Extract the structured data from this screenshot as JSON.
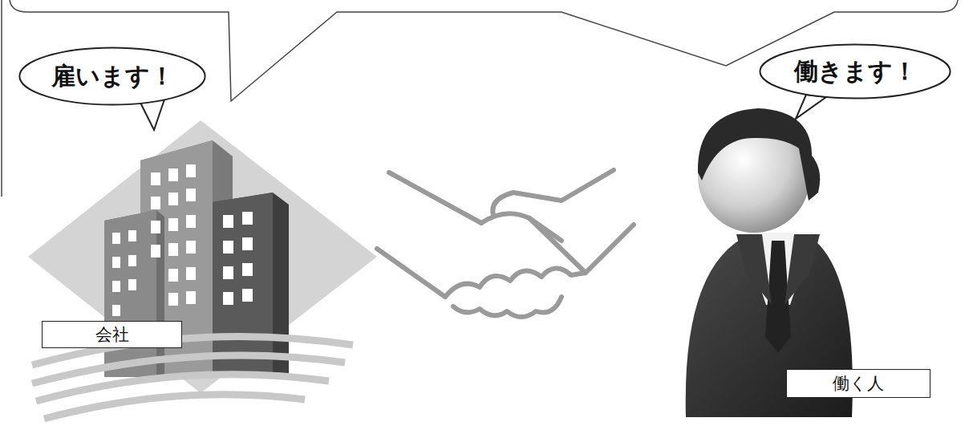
{
  "diagram": {
    "nodes": [
      {
        "text": [
          "雇います！"
        ]
      },
      {
        "text": [
          "働きます！"
        ]
      },
      {
        "text": [
          "会社"
        ]
      },
      {
        "text": [
          "働く人"
        ]
      }
    ]
  }
}
